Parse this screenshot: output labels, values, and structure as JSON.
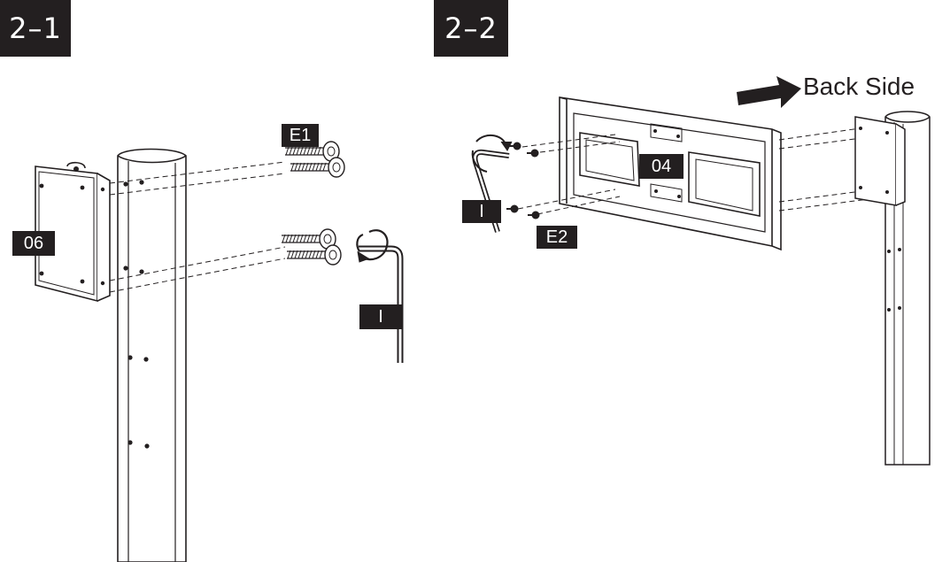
{
  "steps": {
    "step1": {
      "badge": "2–1"
    },
    "step2": {
      "badge": "2–2"
    }
  },
  "labels": {
    "e1": "E1",
    "e2": "E2",
    "part06": "06",
    "part04": "04",
    "wrench_step1": "I",
    "wrench_step2": "I",
    "back_side": "Back Side"
  },
  "icons": {
    "arrow": "arrow-right-icon",
    "rotate": "rotate-clockwise-icon",
    "wrench": "hex-key-icon",
    "screw": "screw-icon"
  },
  "colors": {
    "ink": "#231f20",
    "paper": "#ffffff"
  }
}
